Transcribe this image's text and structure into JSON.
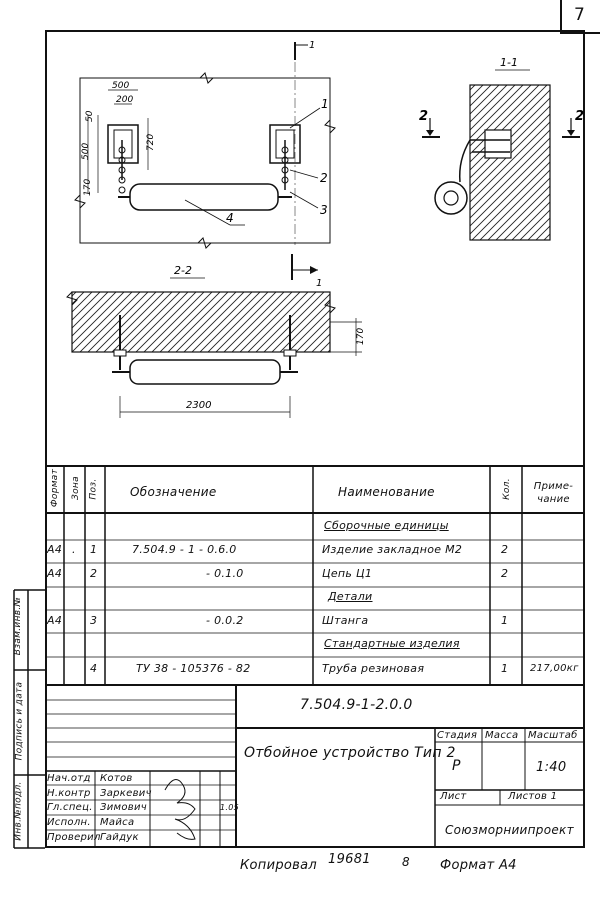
{
  "sheet": {
    "page_number": "7"
  },
  "drawing": {
    "section_1_marker": "1",
    "section_1_label": "1-1",
    "section_2_label": "2-2",
    "section_2_marker_left": "2",
    "section_2_marker_right": "2",
    "dim_500": "500",
    "dim_200": "200",
    "dim_50": "50",
    "dim_500_v": "500",
    "dim_720": "720",
    "dim_170_top": "170",
    "dim_170": "170",
    "dim_2300": "2300",
    "callout_1": "1",
    "callout_2": "2",
    "callout_3": "3",
    "callout_4": "4"
  },
  "spec_table": {
    "headers": {
      "format": "Формат",
      "zone": "Зона",
      "pos": "Поз.",
      "designation": "Обозначение",
      "name": "Наименование",
      "qty": "Кол.",
      "note": "Приме-чание"
    },
    "sections": {
      "assemblies": "Сборочные единицы",
      "details": "Детали",
      "standard": "Стандартные изделия"
    },
    "rows": [
      {
        "format": "A4",
        "zone": ".",
        "pos": "1",
        "designation": "7.504.9 - 1 - 0.6.0",
        "name": "Изделие закладное М2",
        "qty": "2",
        "note": ""
      },
      {
        "format": "A4",
        "zone": "",
        "pos": "2",
        "designation": "- 0.1.0",
        "name": "Цепь Ц1",
        "qty": "2",
        "note": ""
      },
      {
        "format": "A4",
        "zone": "",
        "pos": "3",
        "designation": "- 0.0.2",
        "name": "Штанга",
        "qty": "1",
        "note": ""
      },
      {
        "format": "",
        "zone": "",
        "pos": "4",
        "designation": "ТУ 38 - 105376 - 82",
        "name": "Труба резиновая",
        "qty": "1",
        "note": "217,00кг"
      }
    ]
  },
  "side_labels": {
    "inv_replace": "Взам.инв.№",
    "sign_date": "Подпись и дата",
    "inv_orig": "Инв.№подл."
  },
  "title_block": {
    "doc_code": "7.504.9-1-2.0.0",
    "title": "Отбойное устройство Тип 2",
    "stage_label": "Стадия",
    "mass_label": "Масса",
    "scale_label": "Масштаб",
    "stage_value": "Р",
    "scale_value": "1:40",
    "sheet_label": "Лист",
    "sheets_label": "Листов 1",
    "organization": "Союзморниипроект",
    "roles": [
      "Нач.отд",
      "Н.контр",
      "Гл.спец.",
      "Исполн.",
      "Проверил"
    ],
    "names": [
      "Котов",
      "Заркевич",
      "Зимович",
      "Майса",
      "Гайдук"
    ],
    "sign_date_note": "1.05"
  },
  "footer": {
    "copied": "Копировал",
    "number": "19681",
    "mark": "8",
    "format": "Формат А4"
  }
}
